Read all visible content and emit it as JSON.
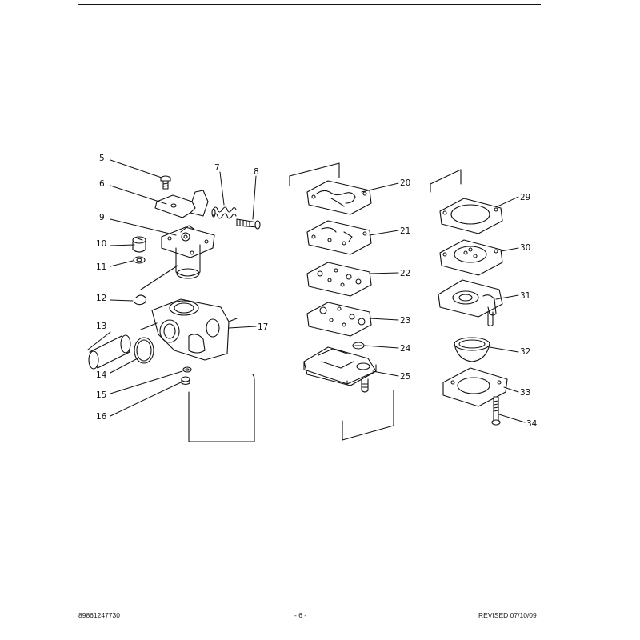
{
  "diagram": {
    "callouts": [
      "5",
      "6",
      "7",
      "8",
      "9",
      "10",
      "11",
      "12",
      "13",
      "14",
      "15",
      "16",
      "17",
      "20",
      "21",
      "22",
      "23",
      "24",
      "25",
      "29",
      "30",
      "31",
      "32",
      "33",
      "34"
    ]
  },
  "footer": {
    "part_number": "89861247730",
    "page": "- 6 -",
    "revised": "REVISED 07/10/09"
  }
}
